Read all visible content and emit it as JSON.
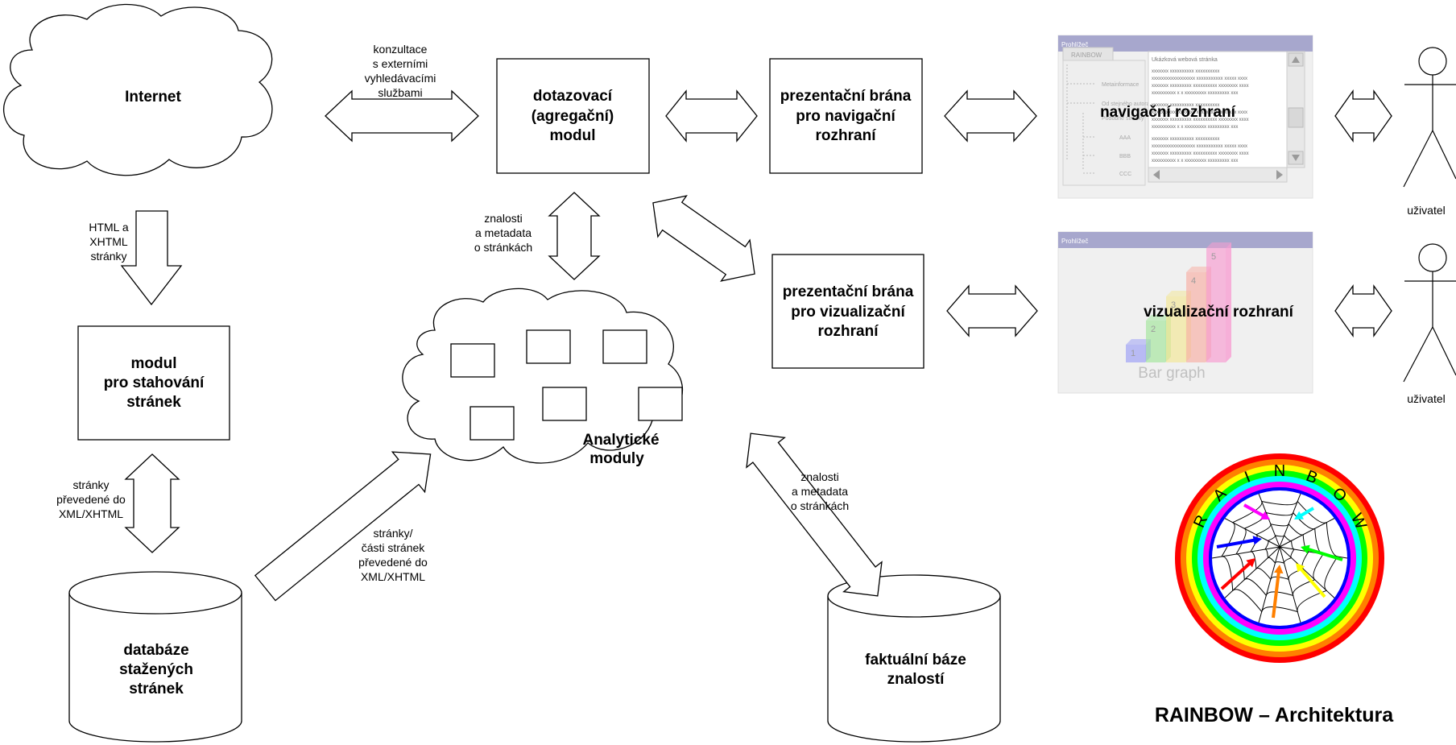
{
  "nodes": {
    "internet": "Internet",
    "query_module": [
      "dotazovací",
      "(agregační)",
      "modul"
    ],
    "nav_gateway": [
      "prezentační brána",
      "pro navigační",
      "rozhraní"
    ],
    "viz_gateway": [
      "prezentační brána",
      "pro vizualizační",
      "rozhraní"
    ],
    "download_module": [
      "modul",
      "pro stahování",
      "stránek"
    ],
    "analytic_modules": [
      "Analytické",
      "moduly"
    ],
    "downloaded_db": [
      "databáze",
      "stažených",
      "stránek"
    ],
    "factual_kb": [
      "faktuální báze",
      "znalostí"
    ]
  },
  "edge_labels": {
    "external_search": [
      "konzultace",
      "s externími",
      "vyhledávacími",
      "službami"
    ],
    "html_pages": [
      "HTML a",
      "XHTML",
      "stránky"
    ],
    "knowledge_metadata_top": [
      "znalosti",
      "a metadata",
      "o stránkách"
    ],
    "pages_converted": [
      "stránky",
      "převedené do",
      "XML/XHTML"
    ],
    "page_parts_converted": [
      "stránky/",
      "části stránek",
      "převedené do",
      "XML/XHTML"
    ],
    "knowledge_metadata_bottom": [
      "znalosti",
      "a metadata",
      "o stránkách"
    ]
  },
  "nav_interface": {
    "title": "navigační rozhraní",
    "header_text": "Prohlížeč",
    "tab": "RAINBOW",
    "tree": [
      "Metainformace",
      "Od stejného autora",
      "Podobné stránky",
      "AAA",
      "BBB",
      "CCC"
    ],
    "page_title": "Ukázková webová stránka",
    "content_lines": [
      "xxxxxxx xxxxxxxxxx xxxxxxxxxx",
      "xxxxxxxxxxxxxxxxxx xxxxxxxxxxx xxxxx xxxx",
      "xxxxxxx xxxxxxxxx xxxxxxxxxx xxxxxxxx xxxx",
      "xxxxxxxxxx x x xxxxxxxxx xxxxxxxxx xxx",
      "xxxxxxx xxxxxxxxxx xxxxxxxxxx",
      "xxxxxxxxxxxxxxxxxx xxxxxxxxxxx xxxxx xxxx",
      "xxxxxxx xxxxxxxxx xxxxxxxxxx xxxxxxxx xxxx",
      "xxxxxxxxxx x x xxxxxxxxx xxxxxxxxx xxx",
      "xxxxxxx xxxxxxxxxx xxxxxxxxxx",
      "xxxxxxxxxxxxxxxxxx xxxxxxxxxxx xxxxx xxxx",
      "xxxxxxx xxxxxxxxx xxxxxxxxxx xxxxxxxx xxxx",
      "xxxxxxxxxx x x xxxxxxxxx xxxxxxxxx xxx"
    ]
  },
  "viz_interface": {
    "title": "vizualizační rozhraní",
    "header_text": "Prohlížeč",
    "bar_labels": [
      "1",
      "2",
      "3",
      "4",
      "5"
    ],
    "bar_values": [
      1,
      2,
      3,
      4,
      5
    ],
    "bar_colors": [
      "#9fa3f5",
      "#a6e6a0",
      "#f2e79a",
      "#f7b2a8",
      "#f79fd2"
    ],
    "caption": "Bar graph"
  },
  "user_label_1": "uživatel",
  "user_label_2": "uživatel",
  "logo": {
    "letters": [
      "R",
      "A",
      "I",
      "N",
      "B",
      "O",
      "W"
    ],
    "ring_colors": [
      "#ff0000",
      "#ff8000",
      "#ffff00",
      "#00ff00",
      "#00ffff",
      "#ff00ff",
      "#0000ff"
    ],
    "arrow_colors": [
      "#0000ff",
      "#ff00ff",
      "#00ffff",
      "#00ff00",
      "#ffff00",
      "#ff8000",
      "#ff0000"
    ]
  },
  "caption": "RAINBOW – Architektura"
}
